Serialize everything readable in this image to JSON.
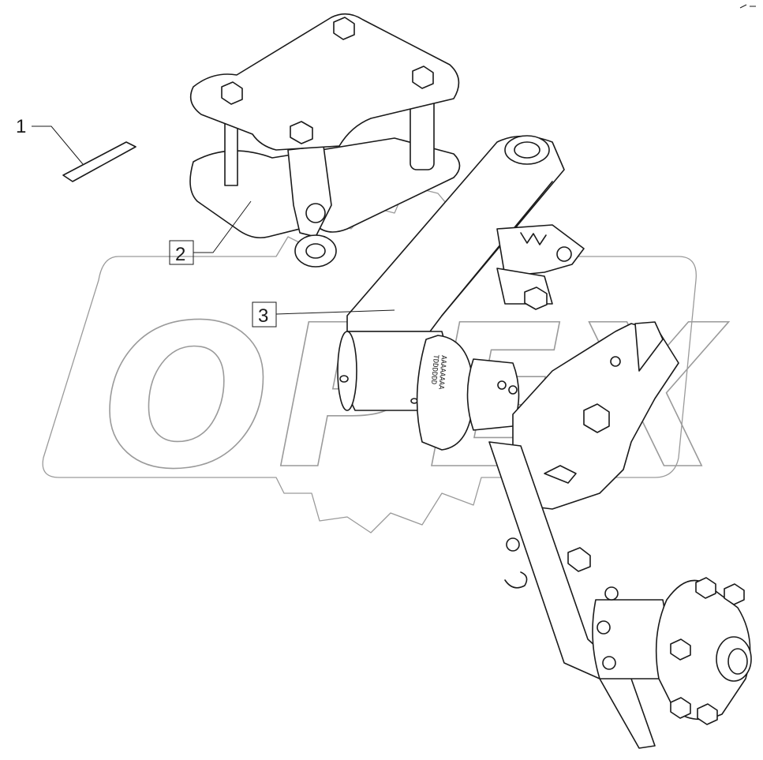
{
  "diagram": {
    "callouts": [
      {
        "number": "1"
      },
      {
        "number": "2"
      },
      {
        "number": "3"
      }
    ],
    "watermark": {
      "text": "OPEX"
    },
    "corner_mark": "",
    "colors": {
      "line": "#1a1a1a",
      "watermark": "#9a9a9a",
      "background": "#ffffff"
    }
  }
}
